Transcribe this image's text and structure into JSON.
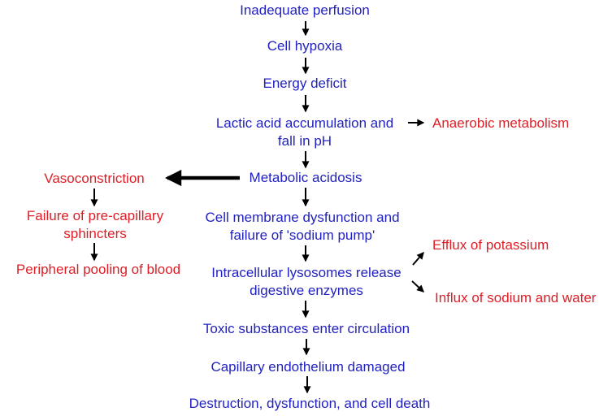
{
  "colors": {
    "main_text": "#2222c0",
    "branch_text": "#de1e26",
    "arrow": "#000000",
    "background": "#ffffff"
  },
  "nodes": {
    "inadequate_perfusion": "Inadequate perfusion",
    "cell_hypoxia": "Cell hypoxia",
    "energy_deficit": "Energy deficit",
    "lactic_acid": "Lactic acid accumulation and\nfall in pH",
    "anaerobic_metabolism": "Anaerobic metabolism",
    "metabolic_acidosis": "Metabolic acidosis",
    "vasoconstriction": "Vasoconstriction",
    "failure_precapillary": "Failure of pre-capillary\nsphincters",
    "peripheral_pooling": "Peripheral pooling of blood",
    "cell_membrane": "Cell membrane dysfunction and\nfailure of 'sodium pump'",
    "lysosomes": "Intracellular lysosomes release\ndigestive enzymes",
    "efflux_potassium": "Efflux of potassium",
    "influx_sodium_water": "Influx of sodium and water",
    "toxic_substances": "Toxic substances enter circulation",
    "capillary_damage": "Capillary endothelium damaged",
    "cell_death": "Destruction, dysfunction, and cell death"
  },
  "edges": [
    {
      "from": "inadequate_perfusion",
      "to": "cell_hypoxia",
      "style": "normal"
    },
    {
      "from": "cell_hypoxia",
      "to": "energy_deficit",
      "style": "normal"
    },
    {
      "from": "energy_deficit",
      "to": "lactic_acid",
      "style": "normal"
    },
    {
      "from": "lactic_acid",
      "to": "anaerobic_metabolism",
      "style": "normal"
    },
    {
      "from": "lactic_acid",
      "to": "metabolic_acidosis",
      "style": "normal"
    },
    {
      "from": "metabolic_acidosis",
      "to": "vasoconstriction",
      "style": "bold"
    },
    {
      "from": "metabolic_acidosis",
      "to": "cell_membrane",
      "style": "normal"
    },
    {
      "from": "vasoconstriction",
      "to": "failure_precapillary",
      "style": "normal"
    },
    {
      "from": "failure_precapillary",
      "to": "peripheral_pooling",
      "style": "normal"
    },
    {
      "from": "cell_membrane",
      "to": "lysosomes",
      "style": "normal"
    },
    {
      "from": "lysosomes",
      "to": "efflux_potassium",
      "style": "normal"
    },
    {
      "from": "lysosomes",
      "to": "influx_sodium_water",
      "style": "normal"
    },
    {
      "from": "lysosomes",
      "to": "toxic_substances",
      "style": "normal"
    },
    {
      "from": "toxic_substances",
      "to": "capillary_damage",
      "style": "normal"
    },
    {
      "from": "capillary_damage",
      "to": "cell_death",
      "style": "normal"
    }
  ]
}
